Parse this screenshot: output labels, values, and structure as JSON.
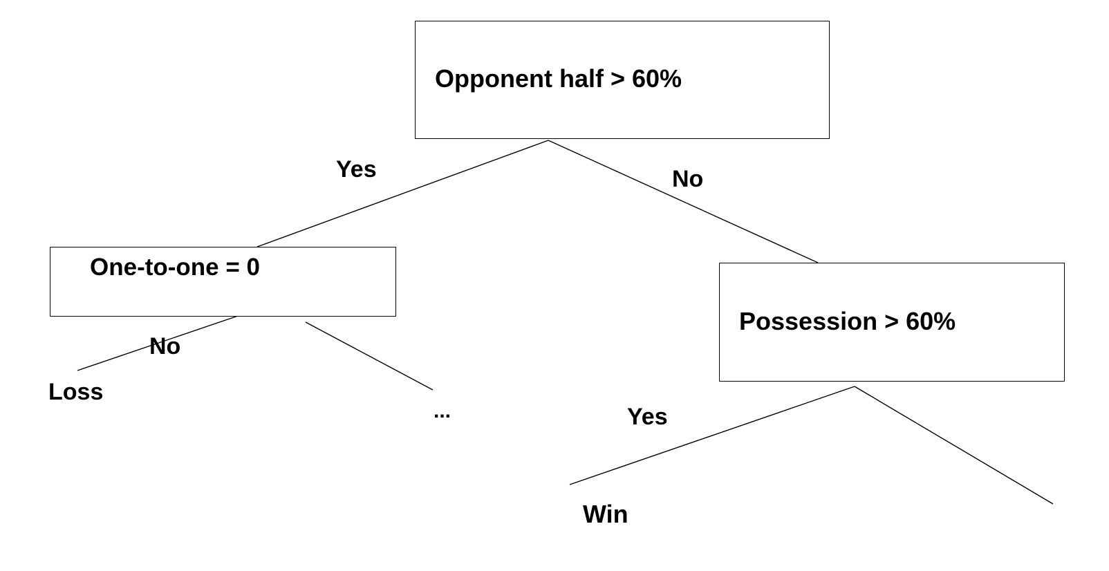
{
  "nodes": {
    "root": {
      "text": "Opponent half > 60%"
    },
    "left": {
      "text": "One-to-one = 0"
    },
    "right": {
      "text": "Possession > 60%"
    }
  },
  "edge_labels": {
    "root_yes": "Yes",
    "root_no": "No",
    "left_no": "No",
    "right_yes": "Yes"
  },
  "leaves": {
    "loss": "Loss",
    "ellipsis": "...",
    "win": "Win"
  }
}
